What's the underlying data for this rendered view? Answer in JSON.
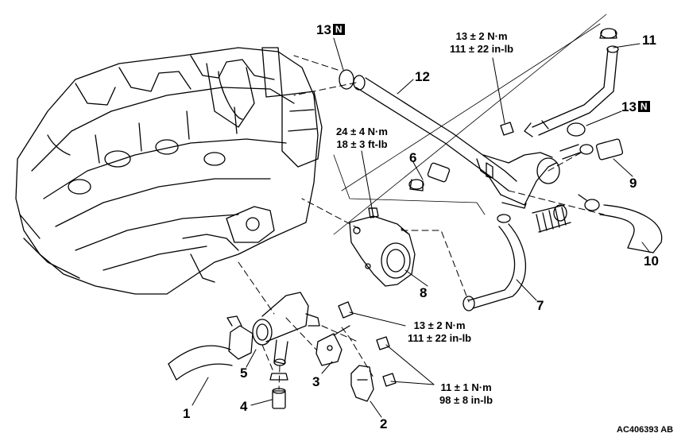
{
  "figure_code": "AC406393 AB",
  "parts": [
    {
      "id": "p1",
      "label": "1"
    },
    {
      "id": "p2",
      "label": "2"
    },
    {
      "id": "p3",
      "label": "3"
    },
    {
      "id": "p4",
      "label": "4"
    },
    {
      "id": "p5",
      "label": "5"
    },
    {
      "id": "p6",
      "label": "6"
    },
    {
      "id": "p7",
      "label": "7"
    },
    {
      "id": "p8",
      "label": "8"
    },
    {
      "id": "p9",
      "label": "9"
    },
    {
      "id": "p10",
      "label": "10"
    },
    {
      "id": "p11",
      "label": "11"
    },
    {
      "id": "p12",
      "label": "12"
    },
    {
      "id": "p13a",
      "label": "13",
      "badge": "N"
    },
    {
      "id": "p13b",
      "label": "13",
      "badge": "N"
    }
  ],
  "torques": [
    {
      "id": "t1",
      "lines": [
        "13 ± 2 N·m",
        "111 ± 22 in-lb"
      ]
    },
    {
      "id": "t2",
      "lines": [
        "24 ± 4 N·m",
        "18 ± 3 ft-lb"
      ]
    },
    {
      "id": "t3",
      "lines": [
        "13 ± 2 N·m",
        "111 ± 22 in-lb"
      ]
    },
    {
      "id": "t4",
      "lines": [
        "11 ± 1 N·m",
        "98 ± 8 in-lb"
      ]
    }
  ]
}
